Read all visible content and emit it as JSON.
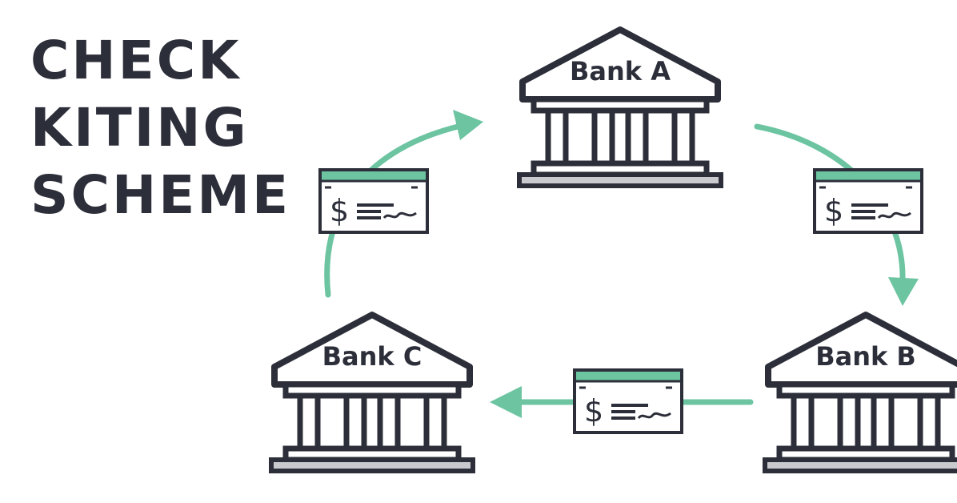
{
  "title": {
    "line1": "CHECK",
    "line2": "KITING",
    "line3": "SCHEME"
  },
  "banks": [
    {
      "key": "a",
      "label": "Bank A"
    },
    {
      "key": "b",
      "label": "Bank B"
    },
    {
      "key": "c",
      "label": "Bank C"
    }
  ],
  "check": {
    "currency_symbol": "$"
  },
  "colors": {
    "ink": "#2c2f3a",
    "accent": "#6cc4a1",
    "base": "#c8cace"
  }
}
